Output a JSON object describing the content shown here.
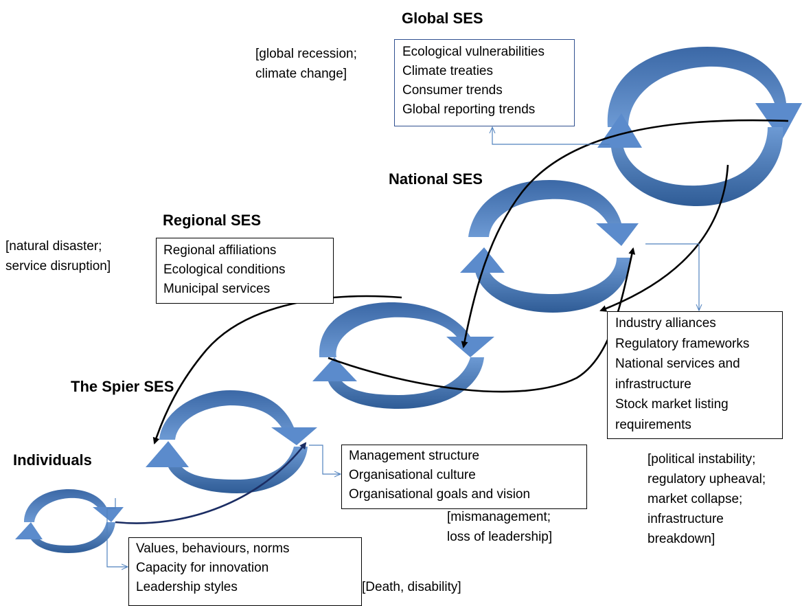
{
  "levels": {
    "global": {
      "title": "Global SES",
      "factors": [
        "Ecological vulnerabilities",
        "Climate treaties",
        "Consumer trends",
        "Global reporting  trends"
      ],
      "disturbances": [
        "[global recession;",
        "climate change]"
      ]
    },
    "national": {
      "title": "National SES",
      "factors": [
        "Industry alliances",
        "Regulatory frameworks",
        "National services  and",
        "infrastructure",
        "Stock market listing",
        "requirements"
      ],
      "disturbances": [
        "[political instability;",
        "regulatory upheaval;",
        "market collapse;",
        "infrastructure",
        "breakdown]"
      ]
    },
    "regional": {
      "title": "Regional SES",
      "factors": [
        "Regional affiliations",
        "Ecological conditions",
        "Municipal services"
      ],
      "disturbances": [
        "[natural disaster;",
        "service disruption]"
      ]
    },
    "spier": {
      "title": "The Spier SES",
      "factors": [
        "Management structure",
        "Organisational culture",
        "Organisational goals and vision"
      ],
      "disturbances": [
        "[mismanagement;",
        "loss of leadership]"
      ]
    },
    "individuals": {
      "title": "Individuals",
      "factors": [
        "Values, behaviours,  norms",
        "Capacity for innovation",
        "Leadership styles"
      ],
      "disturbances": [
        "[Death, disability]"
      ]
    }
  },
  "colors": {
    "cycle_light": "#6a96d0",
    "cycle_mid": "#4a78b7",
    "cycle_dark": "#2f5c96",
    "link_line": "#000000",
    "individual_link": "#1b2d63",
    "connector": "#4f81bd"
  }
}
